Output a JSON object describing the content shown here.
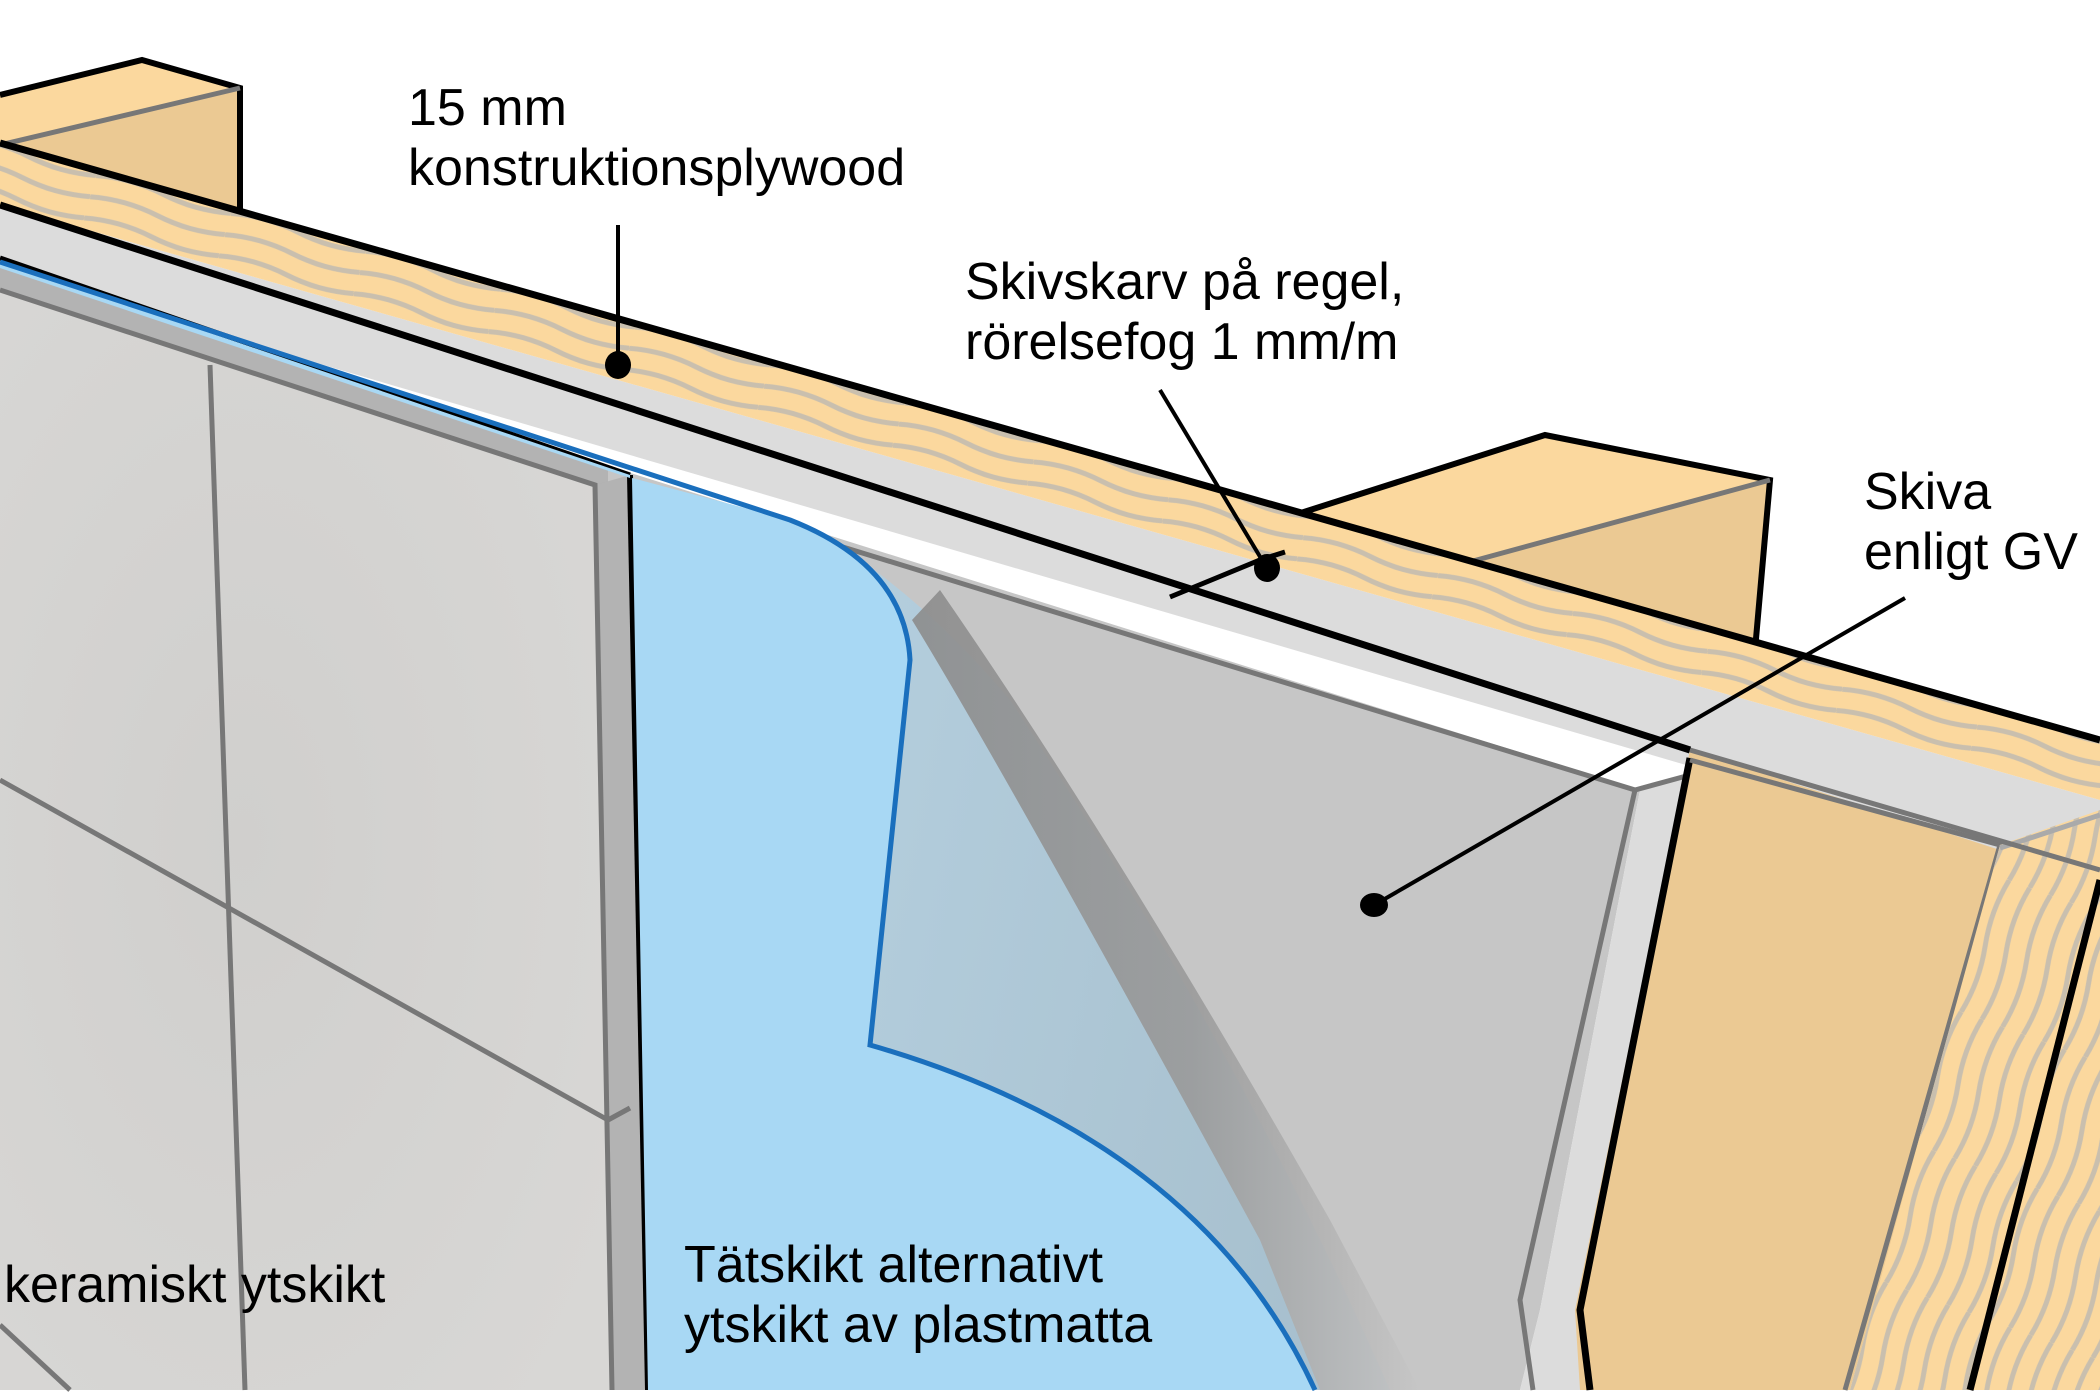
{
  "diagram": {
    "type": "wall construction cross-section illustration",
    "colors": {
      "wood_light": "#fbd89e",
      "wood_side": "#ebc993",
      "wood_grain": "#c9bfae",
      "board_edge": "#dcdcdc",
      "board_face": "#c6c6c6",
      "membrane_blue": "#a8d8f4",
      "membrane_outline": "#1a6fbd",
      "tile_face": "#d4d3d1",
      "tile_edge": "#b3b3b3",
      "grout": "#777777",
      "outline": "#000000"
    }
  },
  "labels": {
    "plywood": {
      "line1": "15 mm",
      "line2": "konstruktionsplywood"
    },
    "joint": {
      "line1": "Skivskarv på regel,",
      "line2": "rörelsefog 1 mm/m"
    },
    "board": {
      "line1": "Skiva",
      "line2": "enligt GV"
    },
    "tiles": {
      "line1": "keramiskt ytskikt"
    },
    "membrane": {
      "line1": "Tätskikt alternativt",
      "line2": "ytskikt av plastmatta"
    }
  }
}
